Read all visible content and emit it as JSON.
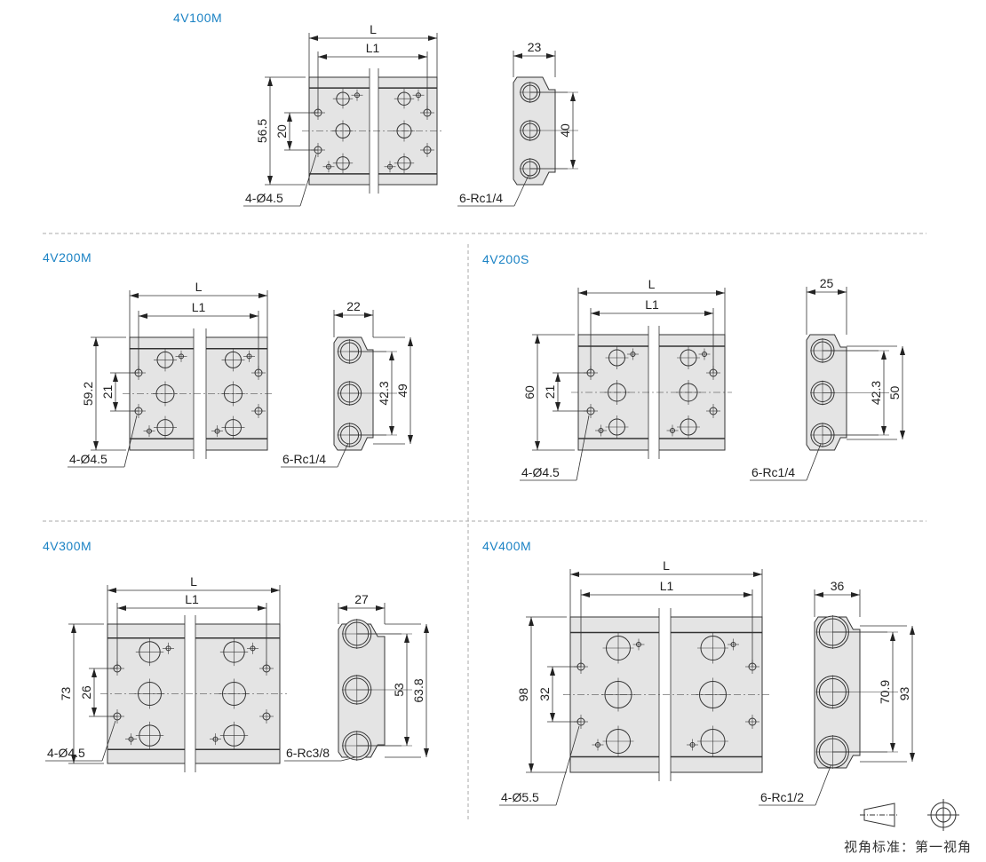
{
  "panels": [
    {
      "id": "4v100m",
      "title": "4V100M",
      "L": "L",
      "L1": "L1",
      "height": "56.5",
      "pitch": "20",
      "side_width": "23",
      "port_pitch": "40",
      "port_height": "",
      "holes": "4-Ø4.5",
      "ports": "6-Rc1/4"
    },
    {
      "id": "4v200m",
      "title": "4V200M",
      "L": "L",
      "L1": "L1",
      "height": "59.2",
      "pitch": "21",
      "side_width": "22",
      "port_pitch": "42.3",
      "port_height": "49",
      "holes": "4-Ø4.5",
      "ports": "6-Rc1/4"
    },
    {
      "id": "4v200s",
      "title": "4V200S",
      "L": "L",
      "L1": "L1",
      "height": "60",
      "pitch": "21",
      "side_width": "25",
      "port_pitch": "42.3",
      "port_height": "50",
      "holes": "4-Ø4.5",
      "ports": "6-Rc1/4"
    },
    {
      "id": "4v300m",
      "title": "4V300M",
      "L": "L",
      "L1": "L1",
      "height": "73",
      "pitch": "26",
      "side_width": "27",
      "port_pitch": "53",
      "port_height": "63.8",
      "holes": "4-Ø4.5",
      "ports": "6-Rc3/8"
    },
    {
      "id": "4v400m",
      "title": "4V400M",
      "L": "L",
      "L1": "L1",
      "height": "98",
      "pitch": "32",
      "side_width": "36",
      "port_pitch": "70.9",
      "port_height": "93",
      "holes": "4-Ø5.5",
      "ports": "6-Rc1/2"
    }
  ],
  "legend": {
    "label": "视角标准：第一视角",
    "icon": "first-angle-projection-icon"
  },
  "colors": {
    "title": "#1a82c4",
    "body": "#e4e4e4",
    "line": "#333333"
  }
}
